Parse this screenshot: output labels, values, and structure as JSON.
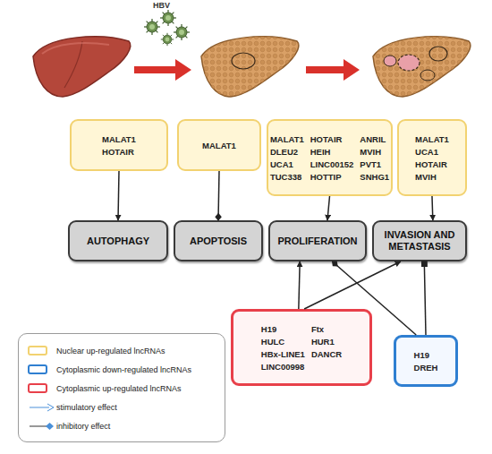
{
  "diagram": {
    "nodes": [
      {
        "text": [
          "MALAT1",
          "HOTAIR"
        ]
      },
      {
        "text": [
          "MALAT1"
        ]
      },
      {
        "text": [
          "MALAT1",
          "HOTAIR",
          "ANRIL",
          "DLEU2",
          "HEIH",
          "MVIH",
          "UCA1",
          "LINC00152",
          "PVT1",
          "TUC338",
          "HOTTIP",
          "SNHG1"
        ]
      },
      {
        "text": [
          "MALAT1",
          "UCA1",
          "HOTAIR",
          "MVIH"
        ]
      },
      {
        "text": [
          "AUTOPHAGY"
        ]
      },
      {
        "text": [
          "APOPTOSIS"
        ]
      },
      {
        "text": [
          "PROLIFERATION"
        ]
      },
      {
        "text": [
          "INVASION AND METASTASIS"
        ]
      },
      {
        "text": [
          "H19",
          "Ftx",
          "HULC",
          "HUR1",
          "HBx-LINE1",
          "DANCR",
          "LINC00998"
        ]
      },
      {
        "text": [
          "H19",
          "DREH"
        ]
      }
    ],
    "edges": [
      {
        "from": 0,
        "to": 4,
        "arrow": "to"
      },
      {
        "from": 1,
        "to": 5,
        "arrow": "to"
      },
      {
        "from": 2,
        "to": 6,
        "arrow": "to"
      },
      {
        "from": 3,
        "to": 7,
        "arrow": "to"
      },
      {
        "from": 8,
        "to": 6,
        "arrow": "to"
      },
      {
        "from": 8,
        "to": 7,
        "arrow": "to"
      },
      {
        "from": 9,
        "to": 6,
        "arrow": "to"
      },
      {
        "from": 9,
        "to": 7,
        "arrow": "to"
      }
    ],
    "labels": [
      "HBV"
    ],
    "legend": [
      {
        "text": "Nuclear up-regulated  lncRNAs",
        "color": "#f2d270"
      },
      {
        "text": "Cytoplasmic down-regulated lncRNAs",
        "color": "#2f7fd1"
      },
      {
        "text": "Cytoplasmic up-regulated  lncRNAs",
        "color": "#e8404a"
      },
      {
        "text": "stimulatory effect"
      },
      {
        "text": "inhibitory effect"
      }
    ]
  }
}
